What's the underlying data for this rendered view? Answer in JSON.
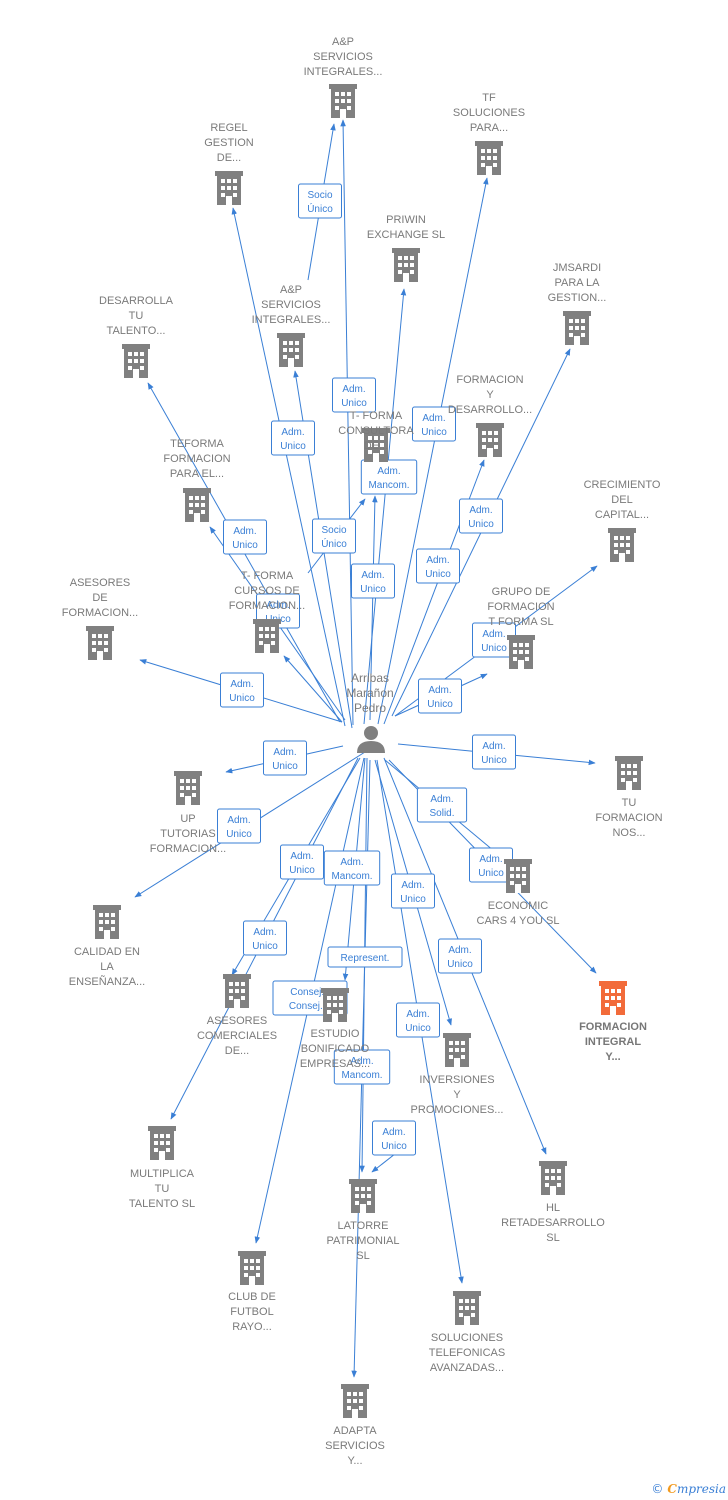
{
  "colors": {
    "edge": "#3a7fd5",
    "building": "#808080",
    "highlight": "#f26b3a",
    "text": "#7a7a7a"
  },
  "center": {
    "name": "Arribas\nMarañon\nPedro",
    "icon": "person-icon"
  },
  "nodes": [
    {
      "id": "ap1",
      "label": "A&P\nSERVICIOS\nINTEGRALES...",
      "icon": "building-icon"
    },
    {
      "id": "tf",
      "label": "TF\nSOLUCIONES\nPARA...",
      "icon": "building-icon"
    },
    {
      "id": "regel",
      "label": "REGEL\nGESTION\nDE...",
      "icon": "building-icon"
    },
    {
      "id": "priwin",
      "label": "PRIWIN\nEXCHANGE SL",
      "icon": "building-icon"
    },
    {
      "id": "jmsardi",
      "label": "JMSARDI\nPARA LA\nGESTION...",
      "icon": "building-icon"
    },
    {
      "id": "ap2",
      "label": "A&P\nSERVICIOS\nINTEGRALES...",
      "icon": "building-icon"
    },
    {
      "id": "desarrolla",
      "label": "DESARROLLA\nTU\nTALENTO...",
      "icon": "building-icon"
    },
    {
      "id": "formacion_desarrollo",
      "label": "FORMACION\nY\nDESARROLLO...",
      "icon": "building-icon"
    },
    {
      "id": "tforma_consultora",
      "label": "T- FORMA\nCONSULTORA\nDE...",
      "icon": "building-icon"
    },
    {
      "id": "teforma",
      "label": "TEFORMA\nFORMACION\nPARA EL...",
      "icon": "building-icon"
    },
    {
      "id": "crecimiento",
      "label": "CRECIMIENTO\nDEL\nCAPITAL...",
      "icon": "building-icon"
    },
    {
      "id": "tforma_cursos",
      "label": "T- FORMA\nCURSOS DE\nFORMACION...",
      "icon": "building-icon"
    },
    {
      "id": "asesores_formacion",
      "label": "ASESORES\nDE\nFORMACION...",
      "icon": "building-icon"
    },
    {
      "id": "grupo",
      "label": "GRUPO DE\nFORMACION\nT FORMA  SL",
      "icon": "building-icon"
    },
    {
      "id": "up",
      "label": "UP\nTUTORIAS\nFORMACION...",
      "icon": "building-icon"
    },
    {
      "id": "tu_formacion",
      "label": "TU\nFORMACION\nNOS...",
      "icon": "building-icon"
    },
    {
      "id": "calidad",
      "label": "CALIDAD EN\nLA\nENSEÑANZA...",
      "icon": "building-icon"
    },
    {
      "id": "economic",
      "label": "ECONOMIC\nCARS 4 YOU SL",
      "icon": "building-icon"
    },
    {
      "id": "formacion_integral",
      "label": "FORMACION\nINTEGRAL\nY...",
      "icon": "building-icon",
      "highlight": true
    },
    {
      "id": "asesores_comerciales",
      "label": "ASESORES\nCOMERCIALES\nDE...",
      "icon": "building-icon"
    },
    {
      "id": "estudio",
      "label": "ESTUDIO\nBONIFICADO\nEMPRESAS...",
      "icon": "building-icon"
    },
    {
      "id": "inversiones",
      "label": "INVERSIONES\nY\nPROMOCIONES...",
      "icon": "building-icon"
    },
    {
      "id": "multiplica",
      "label": "MULTIPLICA\nTU\nTALENTO  SL",
      "icon": "building-icon"
    },
    {
      "id": "hl",
      "label": "HL\nRETADESARROLLO\nSL",
      "icon": "building-icon"
    },
    {
      "id": "latorre",
      "label": "LATORRE\nPATRIMONIAL\nSL",
      "icon": "building-icon"
    },
    {
      "id": "club",
      "label": "CLUB DE\nFUTBOL\nRAYO...",
      "icon": "building-icon"
    },
    {
      "id": "soluciones",
      "label": "SOLUCIONES\nTELEFONICAS\nAVANZADAS...",
      "icon": "building-icon"
    },
    {
      "id": "adapta",
      "label": "ADAPTA\nSERVICIOS\nY...",
      "icon": "building-icon"
    }
  ],
  "edges": [
    {
      "to": "ap1",
      "label": "Adm.\nUnico"
    },
    {
      "from": "ap2",
      "to": "ap1",
      "label": "Socio\nÚnico"
    },
    {
      "to": "regel",
      "label": "Adm.\nUnico"
    },
    {
      "to": "tf",
      "label": "Adm.\nUnico"
    },
    {
      "to": "priwin",
      "label": "Adm.\nMancom."
    },
    {
      "to": "jmsardi",
      "label": "Adm.\nUnico"
    },
    {
      "to": "ap2",
      "label": "Adm.\nUnico"
    },
    {
      "to": "desarrolla",
      "label": "Adm.\nUnico"
    },
    {
      "to": "formacion_desarrollo",
      "label": "Adm.\nUnico"
    },
    {
      "to": "tforma_consultora",
      "label": "Adm.\nUnico"
    },
    {
      "to": "teforma",
      "label": "Adm.\nUnico"
    },
    {
      "from": "tforma_cursos",
      "to": "tforma_consultora",
      "label": "Socio\nÚnico"
    },
    {
      "to": "tforma_cursos",
      "label": "Adm.\nUnico"
    },
    {
      "to": "crecimiento",
      "label": "Adm.\nUnico"
    },
    {
      "to": "grupo",
      "label": "Adm.\nUnico"
    },
    {
      "to": "asesores_formacion",
      "label": "Adm.\nUnico"
    },
    {
      "to": "up",
      "label": "Adm.\nUnico"
    },
    {
      "to": "tu_formacion",
      "label": "Adm.\nUnico"
    },
    {
      "to": "calidad",
      "label": "Adm.\nUnico"
    },
    {
      "to": "economic",
      "label": "Adm.\nSolid."
    },
    {
      "to": "formacion_integral",
      "label": "Adm.\nUnico"
    },
    {
      "to": "asesores_comerciales",
      "label": "Adm.\nUnico"
    },
    {
      "to": "estudio",
      "label": "Adm.\nMancom."
    },
    {
      "to": "inversiones",
      "label": "Adm.\nUnico"
    },
    {
      "to": "multiplica",
      "label": "Adm.\nUnico"
    },
    {
      "to": "latorre",
      "label": "Represent."
    },
    {
      "to": "hl",
      "label": "Adm.\nUnico"
    },
    {
      "to": "soluciones",
      "label": "Adm.\nUnico"
    },
    {
      "to": "club",
      "label": "Consej. ,\nConsej...."
    },
    {
      "to": "adapta",
      "label": "Adm.\nMancom."
    },
    {
      "from": "estudio",
      "to": "latorre",
      "label": "Adm.\nUnico"
    }
  ],
  "footer": {
    "copyright": "©",
    "brand_first": "C",
    "brand_rest": "mpresia"
  }
}
